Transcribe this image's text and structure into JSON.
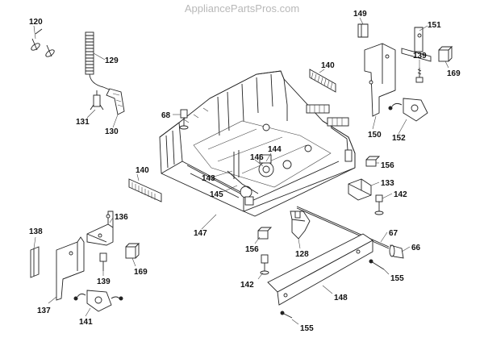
{
  "watermark": "AppliancePartsPros.com",
  "callouts": {
    "c120": "120",
    "c129": "129",
    "c131": "131",
    "c130": "130",
    "c68": "68",
    "c140a": "140",
    "c149": "149",
    "c151": "151",
    "c139a": "139",
    "c169a": "169",
    "c150": "150",
    "c152": "152",
    "c144": "144",
    "c146": "146",
    "c143": "143",
    "c145": "145",
    "c156a": "156",
    "c133": "133",
    "c142a": "142",
    "c140b": "140",
    "c147": "147",
    "c136": "136",
    "c138": "138",
    "c139b": "139",
    "c169b": "169",
    "c137": "137",
    "c141": "141",
    "c156b": "156",
    "c128": "128",
    "c67": "67",
    "c66": "66",
    "c155a": "155",
    "c142b": "142",
    "c148": "148",
    "c155b": "155"
  }
}
